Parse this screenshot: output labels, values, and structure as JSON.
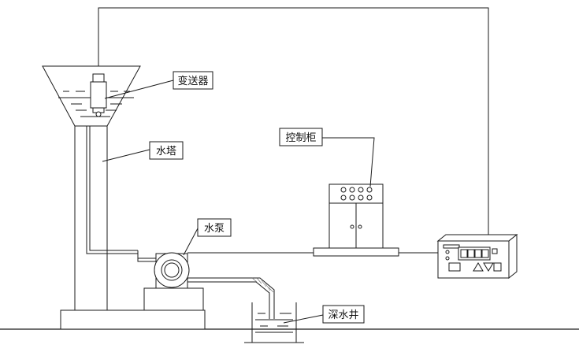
{
  "labels": {
    "transmitter": "变送器",
    "water_tower": "水塔",
    "control_cabinet": "控制柜",
    "water_pump": "水泵",
    "deep_well": "深水井"
  },
  "controller": {
    "display": "8888",
    "buttons": [
      "□",
      "△",
      "▽"
    ]
  }
}
